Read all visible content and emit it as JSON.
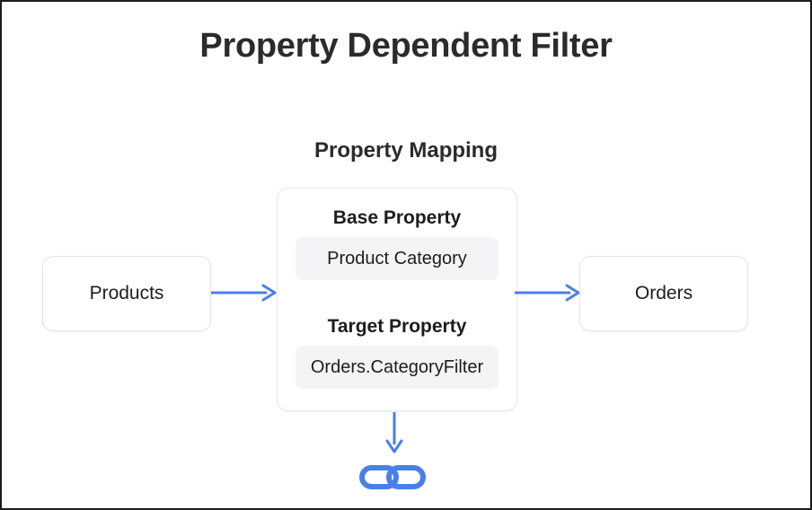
{
  "page": {
    "title": "Property Dependent Filter",
    "border_color": "#1b1b1b",
    "background": "#ffffff"
  },
  "diagram": {
    "section_heading": "Property Mapping",
    "accent_color": "#4a7fe8",
    "text_color": "#1d1d1f",
    "value_box_bg": "#f4f4f6",
    "source_entity": {
      "label": "Products"
    },
    "target_entity": {
      "label": "Orders"
    },
    "mapping": {
      "base": {
        "label": "Base Property",
        "value": "Product Category"
      },
      "target": {
        "label": "Target Property",
        "value": "Orders.CategoryFilter"
      }
    },
    "connectors": {
      "source_to_mapping": "arrow-right-icon",
      "mapping_to_target": "arrow-right-icon",
      "mapping_to_link": "arrow-down-icon"
    },
    "link_badge": {
      "icon": "link-chain-icon"
    }
  }
}
